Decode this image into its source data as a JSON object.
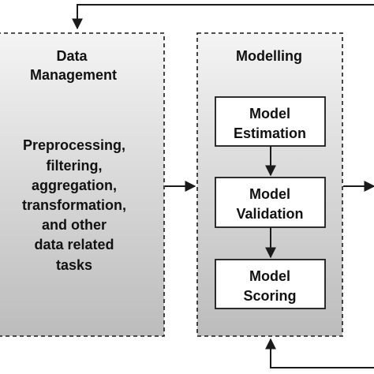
{
  "data_management": {
    "title_line1": "Data",
    "title_line2": "Management",
    "description_lines": [
      "Preprocessing,",
      "filtering,",
      "aggregation,",
      "transformation,",
      "and other",
      "data related",
      "tasks"
    ]
  },
  "modelling": {
    "title": "Modelling",
    "steps": [
      {
        "line1": "Model",
        "line2": "Estimation"
      },
      {
        "line1": "Model",
        "line2": "Validation"
      },
      {
        "line1": "Model",
        "line2": "Scoring"
      }
    ]
  },
  "colors": {
    "panel_fill_light": "#f2f2f2",
    "panel_fill_dark": "#bdbdbd",
    "stroke": "#1a1a1a",
    "step_fill": "#ffffff"
  }
}
